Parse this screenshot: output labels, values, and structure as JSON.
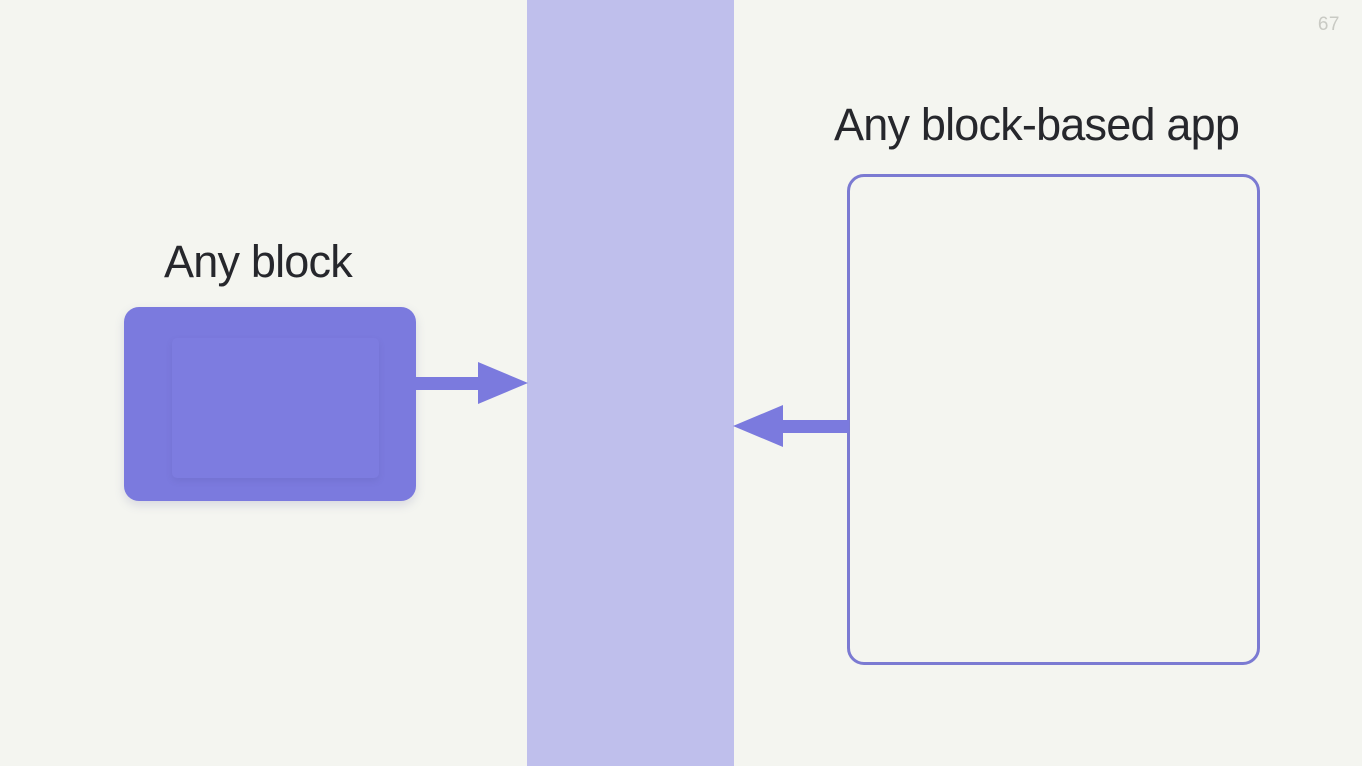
{
  "slide": {
    "page_number": "67",
    "background_color": "#f4f5f0",
    "band_color": "#bfbfec",
    "accent_color": "#7b7ade",
    "outline_color": "#7b7ad2",
    "text_color": "#26272c"
  },
  "left": {
    "heading": "Any block",
    "block_label": "",
    "block_fill": "#7b7ade"
  },
  "right": {
    "heading": "Any block-based app",
    "block_label": "",
    "block_border": "#7b7ad2"
  },
  "arrows": {
    "left_to_center_direction": "right",
    "right_to_center_direction": "left"
  }
}
